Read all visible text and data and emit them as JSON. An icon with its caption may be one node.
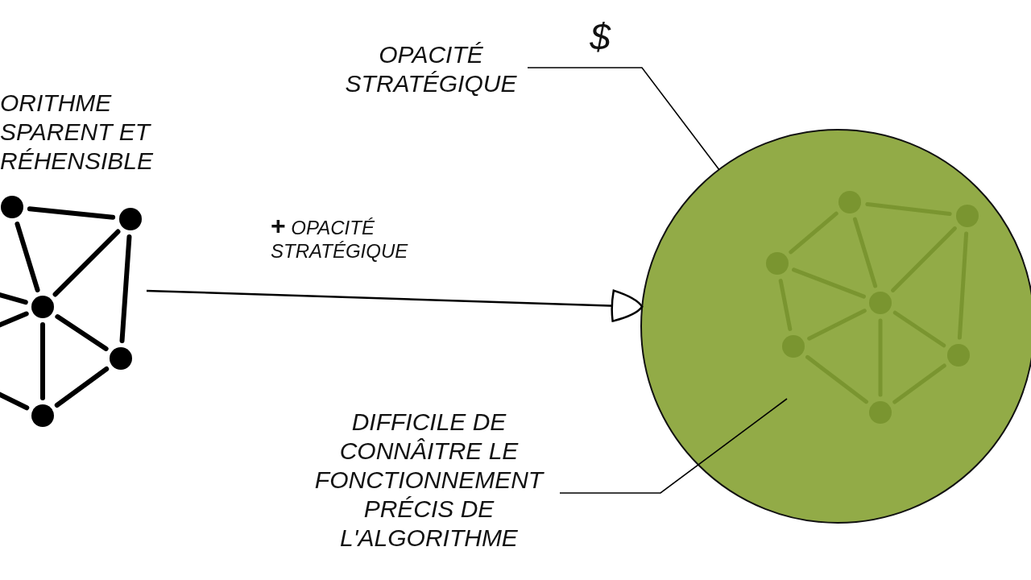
{
  "diagram": {
    "nodes": [
      {
        "text": [],
        "shape": "picture"
      },
      {
        "text": [
          "OPACITÉ STRATÉGIQUE"
        ]
      },
      {
        "text": [],
        "shape": "circle"
      },
      {
        "text": [
          "DIFFICILE DE CONNÂITRE LE FONCTIONNEMENT PRÉCIS DE L'ALGORITHME"
        ]
      }
    ],
    "edges": [
      {
        "from": 0,
        "to": 2,
        "arrow": "to",
        "label": "**+** OPACITÉ STRATÉGIQUE"
      },
      {
        "from": 1,
        "to": 2,
        "arrow": "none"
      },
      {
        "from": 3,
        "to": 2,
        "arrow": "none"
      }
    ],
    "labels": [
      "ORITHME SPARENT ET RÉHENSIBLE",
      "$"
    ]
  }
}
